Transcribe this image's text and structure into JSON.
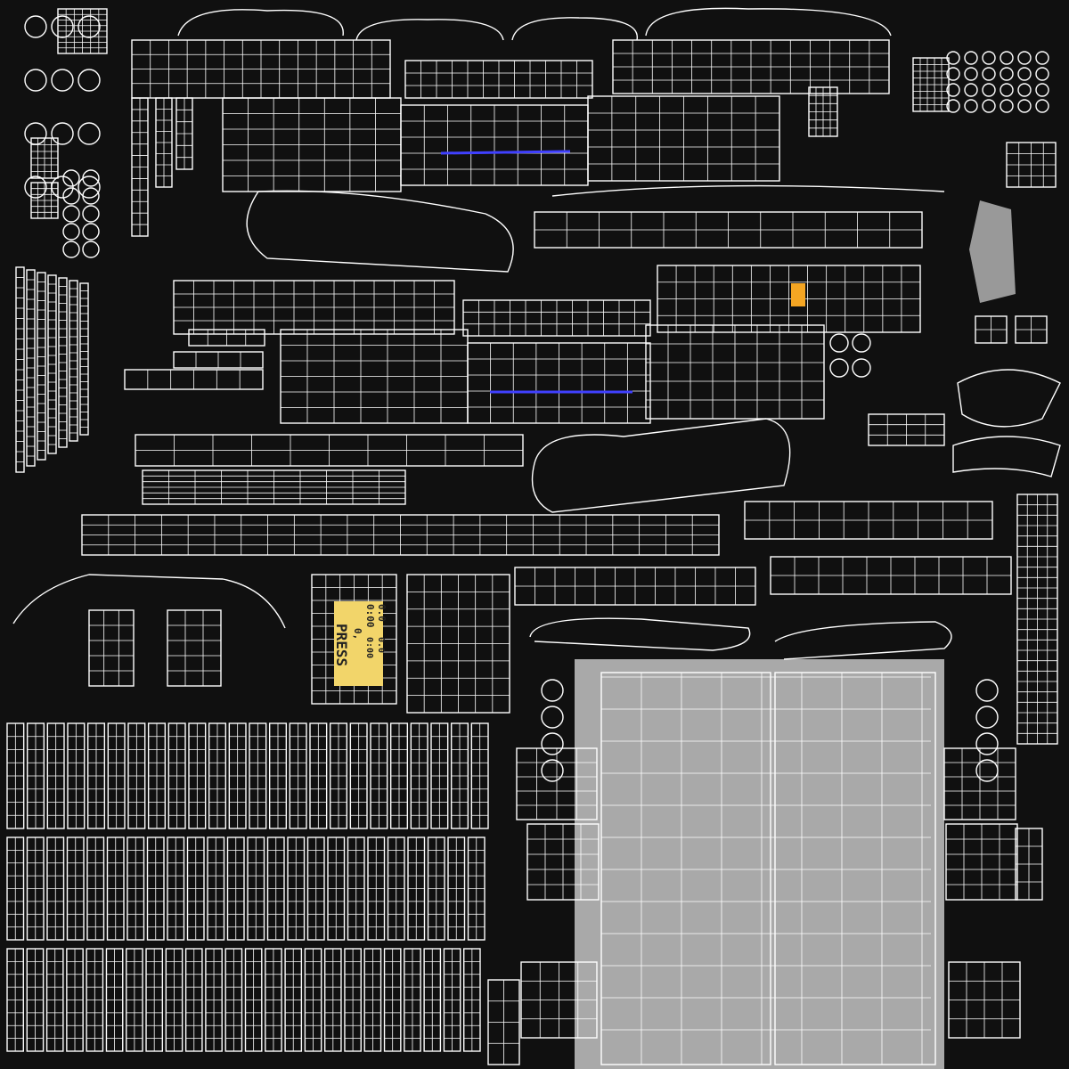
{
  "colors": {
    "background": "#101010",
    "wire": "#ffffff",
    "panel": "#a8a8a8",
    "lcd": "#f2d56a",
    "accent_line": "#4040ff"
  },
  "gauge_display": {
    "big_label": "PRESS",
    "readouts": [
      "0:00",
      "0.0",
      "0,",
      "0:00",
      "0.0"
    ]
  }
}
